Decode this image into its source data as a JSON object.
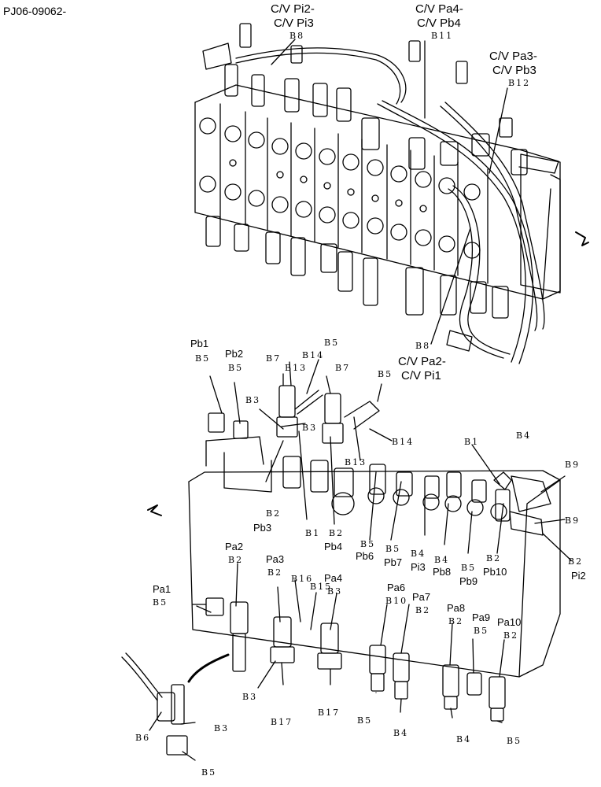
{
  "figure_id": "PJ06-09062-",
  "callouts": {
    "cv_pi2_pi3": [
      "C/V Pi2-",
      "C/V Pi3"
    ],
    "cv_pa4_pb4": [
      "C/V Pa4-",
      "C/V Pb4"
    ],
    "cv_pa3_pb3": [
      "C/V Pa3-",
      "C/V Pb3"
    ],
    "cv_pa2_pi1": [
      "C/V Pa2-",
      "C/V Pi1"
    ]
  },
  "ports": {
    "pb1": "Pb1",
    "pb2": "Pb2",
    "pb3": "Pb3",
    "pb4": "Pb4",
    "pb6": "Pb6",
    "pb7": "Pb7",
    "pi3": "Pi3",
    "pb8": "Pb8",
    "pb9": "Pb9",
    "pb10": "Pb10",
    "pi2": "Pi2",
    "pa1": "Pa1",
    "pa2": "Pa2",
    "pa3": "Pa3",
    "pa4": "Pa4",
    "pa6": "Pa6",
    "pa7": "Pa7",
    "pa8": "Pa8",
    "pa9": "Pa9",
    "pa10": "Pa10"
  },
  "parts": {
    "b1": "B1",
    "b2": "B2",
    "b3": "B3",
    "b4": "B4",
    "b5": "B5",
    "b6": "B6",
    "b7": "B7",
    "b8": "B8",
    "b9": "B9",
    "b10": "B10",
    "b11": "B11",
    "b12": "B12",
    "b13": "B13",
    "b14": "B14",
    "b15": "B15",
    "b16": "B16",
    "b17": "B17"
  }
}
